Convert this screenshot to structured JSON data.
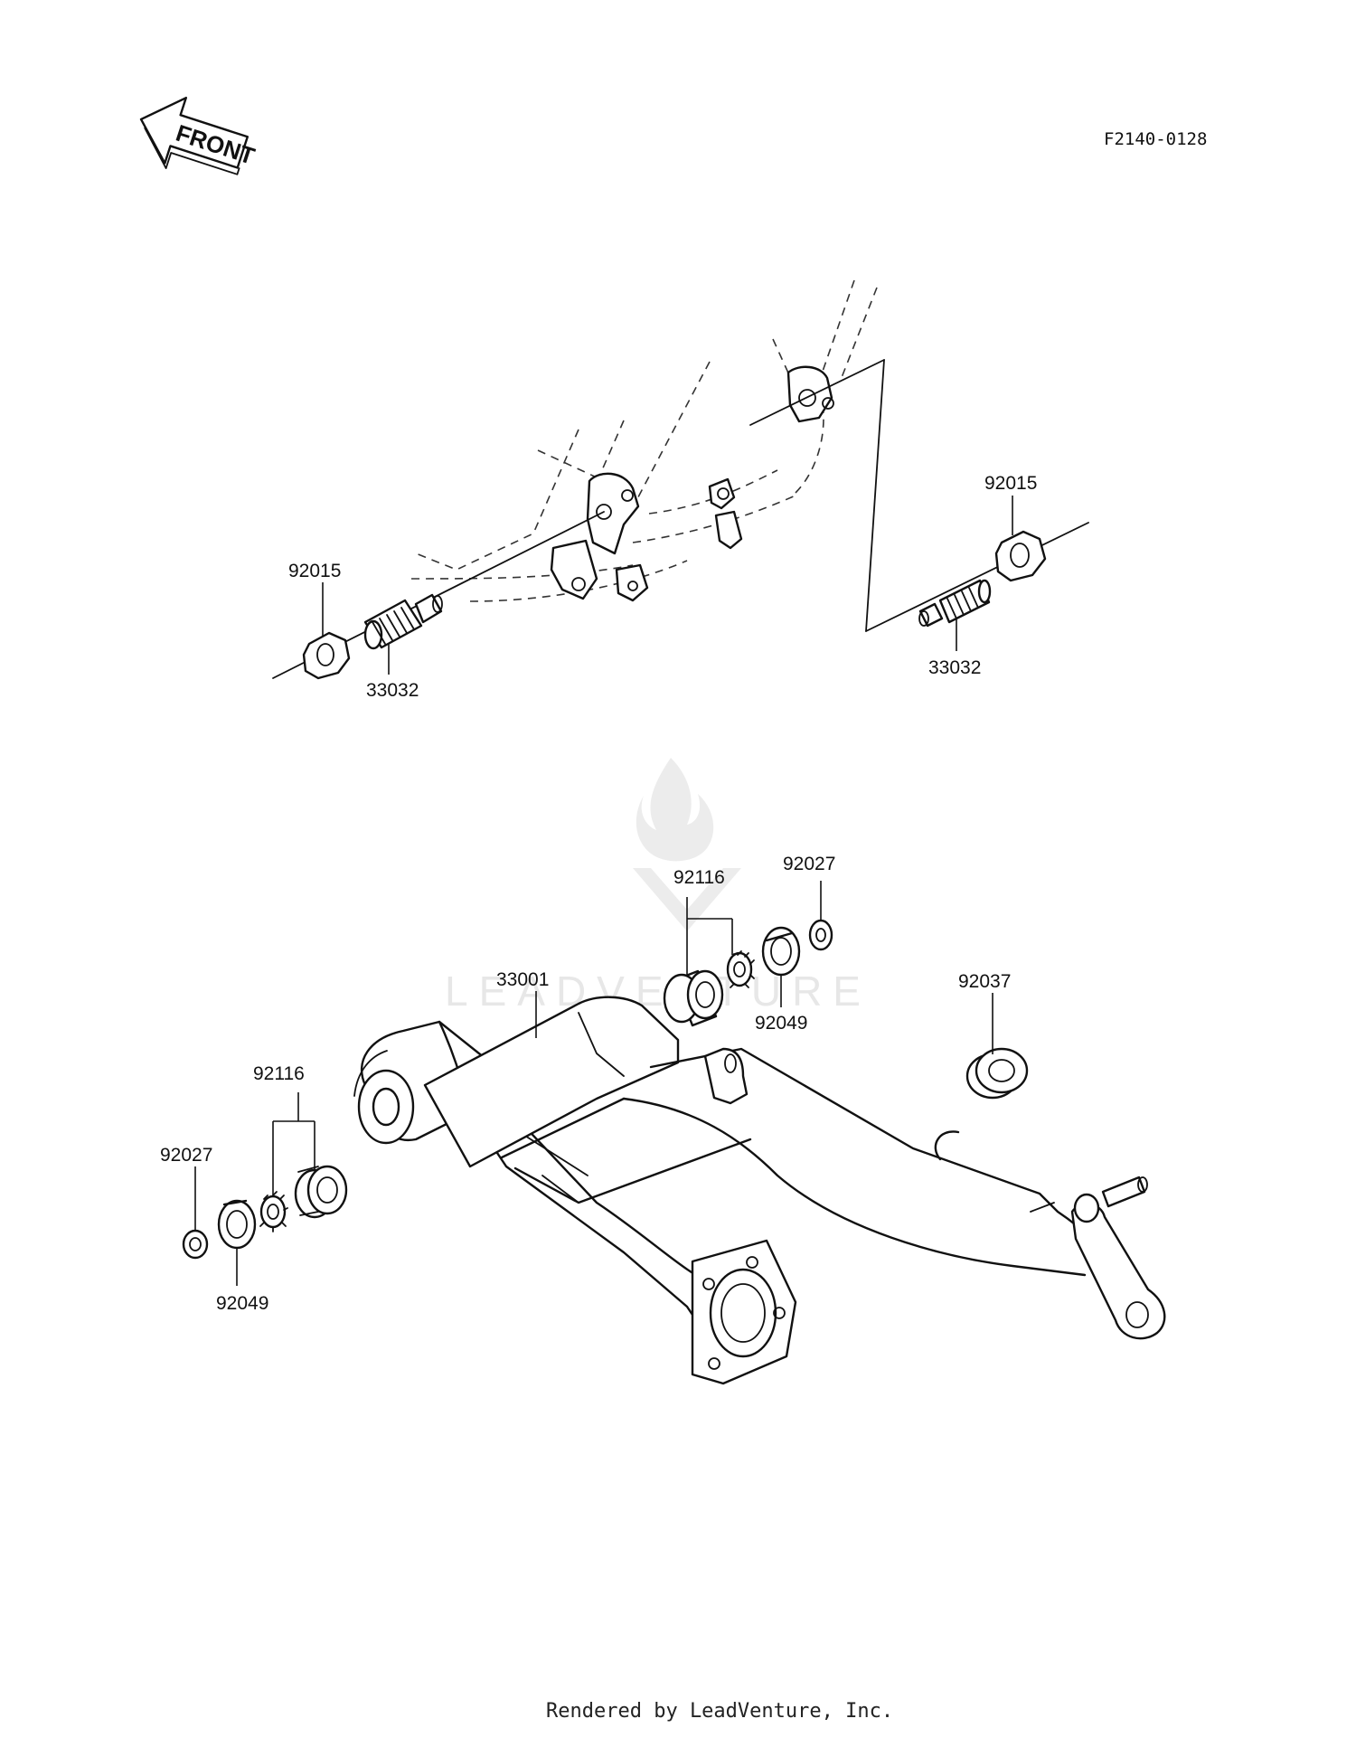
{
  "header": {
    "front_arrow_label": "FRONT",
    "figure_ref": "F2140-0128"
  },
  "watermark": {
    "text": "LEADVENTURE",
    "icon": "flame-logo-icon"
  },
  "parts": {
    "nut_left": "92015",
    "nut_right": "92015",
    "shaft_left": "33032",
    "shaft_right": "33032",
    "swingarm": "33001",
    "bearing_set_top": "92116",
    "bearing_set_left": "92116",
    "washer_top": "92027",
    "washer_left": "92027",
    "seal_top": "92049",
    "seal_left": "92049",
    "cap": "92037"
  },
  "footer": {
    "rendered_by": "Rendered by LeadVenture, Inc."
  },
  "colors": {
    "ink": "#111111",
    "watermark": "#e7e7e7",
    "background": "#ffffff"
  }
}
